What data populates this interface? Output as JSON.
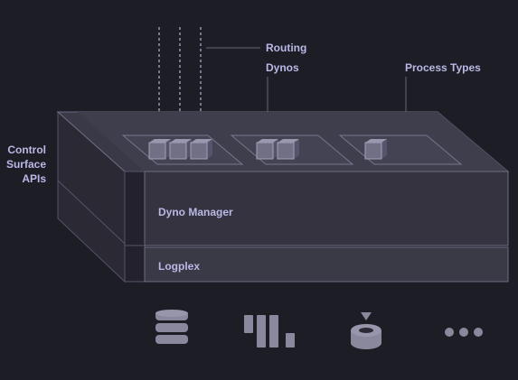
{
  "labels": {
    "routing": "Routing",
    "dynos": "Dynos",
    "process_types": "Process Types",
    "control_surface_line1": "Control",
    "control_surface_line2": "Surface",
    "control_surface_line3": "APIs",
    "dyno_manager": "Dyno Manager",
    "logplex": "Logplex"
  },
  "icons": [
    "database-icon",
    "bar-metrics-icon",
    "disk-store-icon",
    "more-dots-icon"
  ],
  "colors": {
    "background": "#1d1d26",
    "label": "#b9b8e6",
    "platform_top": "#3d3c4b",
    "platform_side": "#2e2d39",
    "edge": "#6e6c82",
    "icon": "#8a889d"
  }
}
